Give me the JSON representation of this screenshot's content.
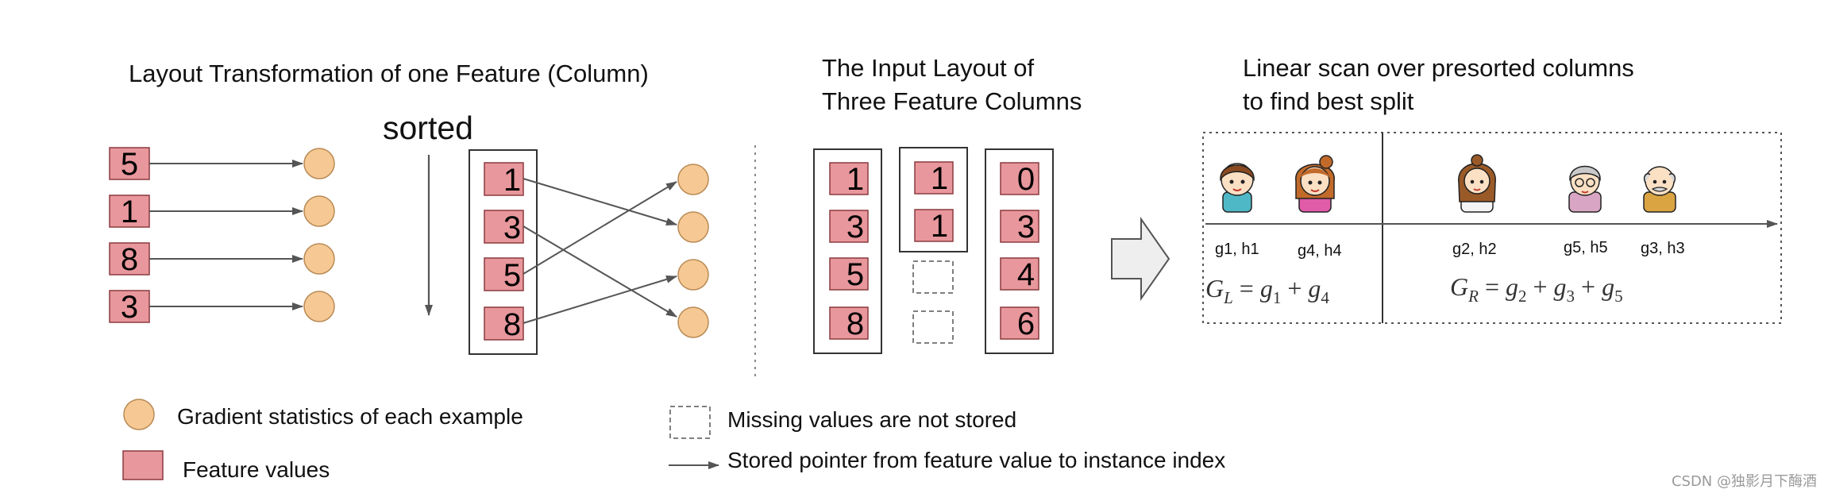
{
  "section1": {
    "title": "Layout Transformation of one Feature (Column)",
    "sorted_label": "sorted",
    "unsorted_values": [
      "5",
      "1",
      "8",
      "3"
    ],
    "sorted_values": [
      "1",
      "3",
      "5",
      "8"
    ]
  },
  "section2": {
    "title_line1": "The Input Layout of",
    "title_line2": "Three Feature Columns",
    "columns": [
      {
        "values": [
          "1",
          "3",
          "5",
          "8"
        ],
        "missing": 0
      },
      {
        "values": [
          "1",
          "1"
        ],
        "missing": 2
      },
      {
        "values": [
          "0",
          "3",
          "4",
          "6"
        ],
        "missing": 0
      }
    ]
  },
  "section3": {
    "title_line1": "Linear scan over presorted columns",
    "title_line2": "to find best split",
    "left_labels": [
      "g1, h1",
      "g4, h4"
    ],
    "right_labels": [
      "g2, h2",
      "g5, h5",
      "g3, h3"
    ],
    "formula_left": "G_L = g_1 + g_4",
    "formula_right": "G_R = g_2 + g_3 + g_5"
  },
  "legend": {
    "gradient": "Gradient statistics of each example",
    "feature": "Feature values",
    "missing": "Missing values are not stored",
    "pointer": "Stored pointer from feature value to instance index"
  },
  "watermark": "CSDN @独影月下酶酒",
  "colors": {
    "feature_fill": "#e8979c",
    "feature_stroke": "#8a3a3f",
    "circle_fill": "#f6c994",
    "circle_stroke": "#b98a55",
    "arrow": "#555555"
  }
}
